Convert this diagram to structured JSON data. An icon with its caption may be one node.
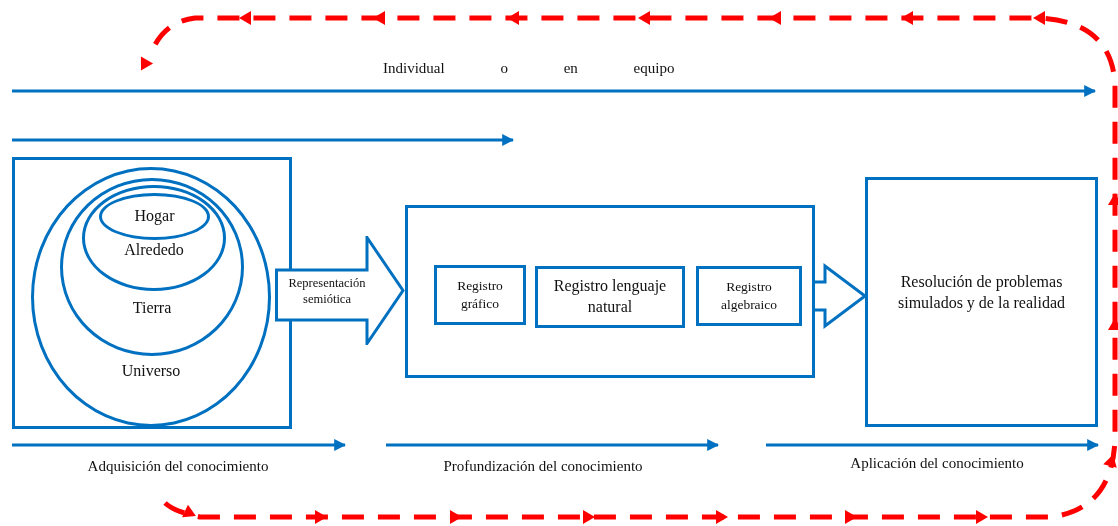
{
  "diagram": {
    "nodes": [
      {
        "text": [],
        "shape": "box"
      },
      {
        "text": [
          "Universo"
        ],
        "in": 0
      },
      {
        "text": [
          "Tierra"
        ],
        "in": 1
      },
      {
        "text": [
          "Alrededo"
        ],
        "in": 2
      },
      {
        "text": [
          "Hogar"
        ],
        "in": 3
      },
      {
        "text": [
          "Representación semiótica"
        ]
      },
      {
        "text": [],
        "shape": "box"
      },
      {
        "text": [
          "Registro gráfico"
        ],
        "in": 6
      },
      {
        "text": [
          "Registro lenguaje natural"
        ],
        "in": 6
      },
      {
        "text": [
          "Registro algebraico"
        ],
        "in": 6
      },
      {
        "text": [
          "Resolución de problemas simulados y de la realidad"
        ]
      }
    ],
    "edges": [
      {
        "from": 9,
        "to": 10,
        "arrow": "to",
        "style": "thick"
      }
    ],
    "labels": [
      "Individual o en equipo",
      "Adquisición del conocimiento",
      "Profundización del conocimiento",
      "Aplicación del conocimiento"
    ]
  }
}
